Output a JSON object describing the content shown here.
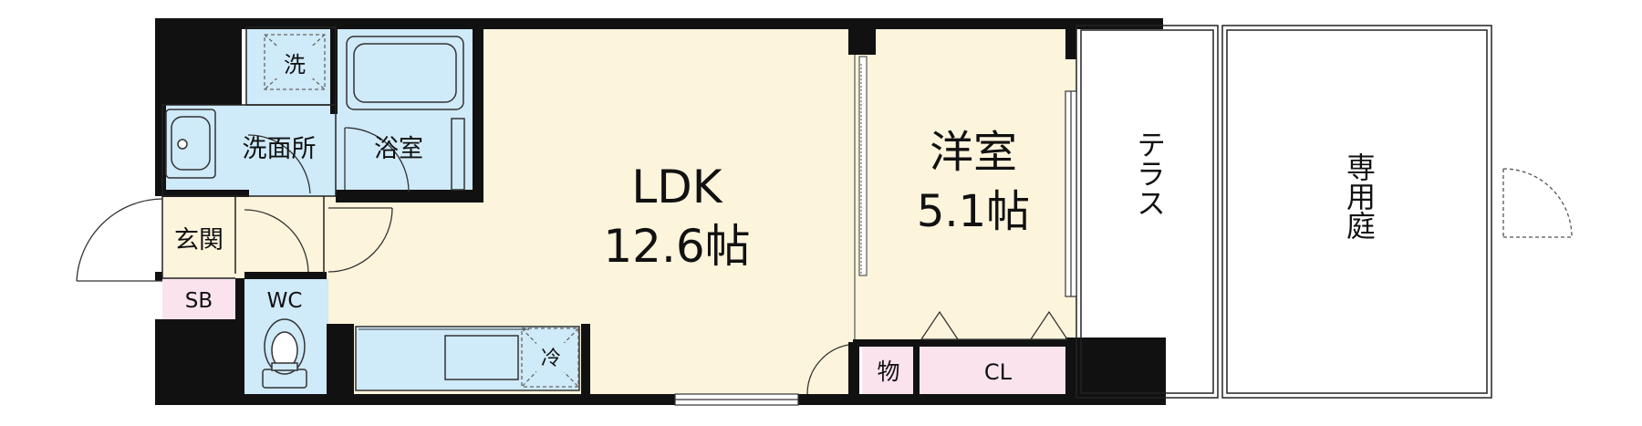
{
  "rooms": {
    "wash_machine": "洗",
    "washroom": "洗面所",
    "bathroom": "浴室",
    "ldk_name": "LDK",
    "ldk_size": "12.6帖",
    "western_name": "洋室",
    "western_size": "5.1帖",
    "terrace": "テラス",
    "garden": "専用庭",
    "entrance": "玄関",
    "shoe_box": "SB",
    "toilet": "WC",
    "fridge": "冷",
    "storage": "物",
    "closet": "CL"
  },
  "colors": {
    "wall": "#111111",
    "wet_area": "#cfeaf8",
    "living": "#fdf4dc",
    "storage": "#fbe3ee",
    "outdoor": "#ffffff"
  }
}
